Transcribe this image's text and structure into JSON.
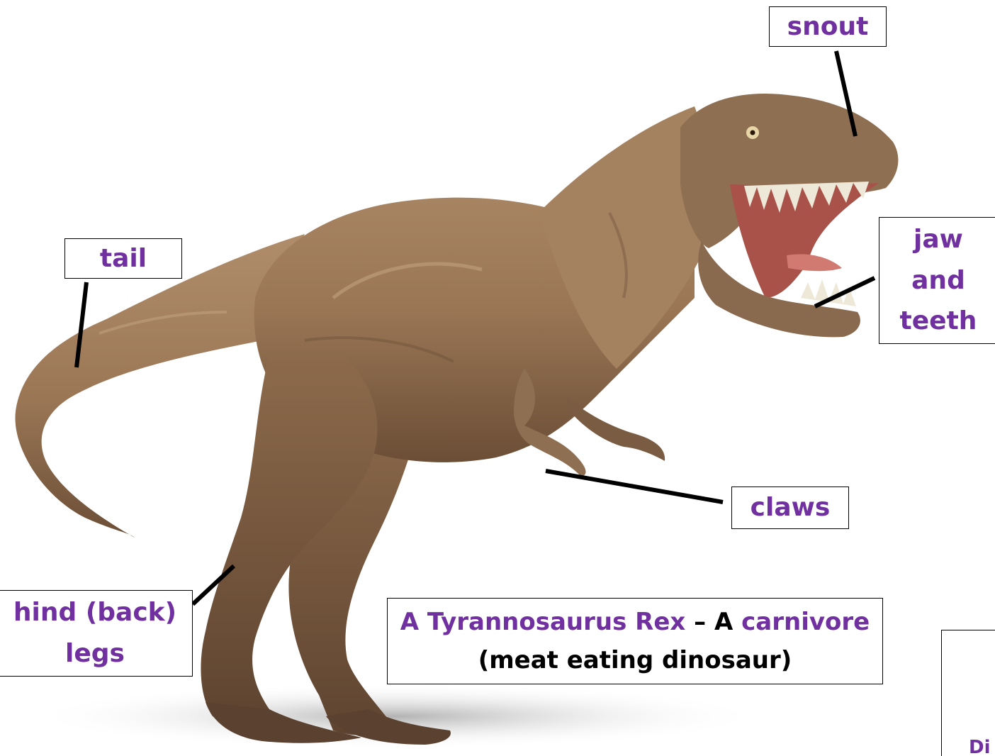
{
  "labels": {
    "snout": "snout",
    "tail": "tail",
    "jaw": "jaw and teeth",
    "claws": "claws",
    "hind_legs": "hind (back) legs"
  },
  "caption": {
    "part1": "A Tyrannosaurus Rex",
    "part2": " – A ",
    "part3": "carnivore",
    "part4": " (meat eating dinosaur)"
  },
  "corner_box_text": "Di",
  "colors": {
    "label_text": "#7030a0",
    "border": "#000000",
    "background": "#ffffff",
    "dino_body": "#9c7a57",
    "dino_shadow": "#6b5037",
    "mouth": "#a8524a"
  },
  "image": {
    "subject": "tyrannosaurus-rex-illustration"
  }
}
